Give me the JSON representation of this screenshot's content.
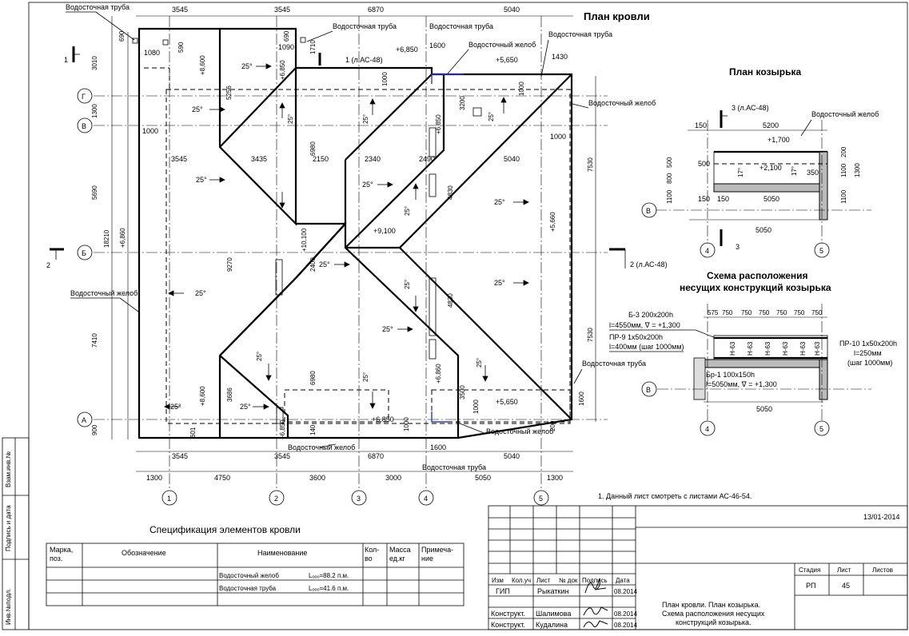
{
  "roof_plan": {
    "title": "План кровли",
    "dims_top": [
      "3545",
      "3545",
      "6870",
      "5040"
    ],
    "dims_bottom_1": [
      "3545",
      "3545",
      "6870",
      "5040"
    ],
    "dims_bottom_2": [
      "1300",
      "4750",
      "3600",
      "3000",
      "5050",
      "1300"
    ],
    "dims_left": [
      "3010",
      "1300",
      "5690",
      "18210",
      "7410",
      "900"
    ],
    "dims_right": [
      "7530",
      "7530",
      "1600"
    ],
    "axes_v": [
      "1",
      "2",
      "3",
      "4",
      "5"
    ],
    "axes_h": [
      "Г",
      "В",
      "Б",
      "А"
    ],
    "section_marks": [
      "1",
      "2",
      "1 (л.АС-48)",
      "2 (л.АС-48)"
    ],
    "slopes": [
      "25°",
      "25°",
      "25°",
      "25°",
      "25°",
      "25°",
      "25°",
      "25°",
      "25°",
      "25°",
      "25°",
      "25°",
      "25°",
      "25°",
      "25°",
      "25°",
      "25°",
      "25°",
      "25°",
      "25°",
      "25°",
      "25°"
    ],
    "elevations": [
      "+6,850",
      "+5,650",
      "+8,600",
      "+6,850",
      "+10,100",
      "+9,100",
      "+6,850",
      "+8,600",
      "+6,850",
      "+5,650",
      "+5,660",
      "+6,860",
      "+6,860",
      "+6,850"
    ],
    "inner_dims": [
      "690",
      "1080",
      "590",
      "690",
      "1090",
      "1710",
      "1600",
      "1430",
      "1000",
      "1000",
      "5256",
      "3545",
      "3435",
      "2150",
      "2340",
      "2490",
      "5040",
      "1000",
      "1000",
      "6980",
      "9270",
      "2400",
      "4830",
      "4830",
      "6980",
      "3686",
      "601",
      "140",
      "3500",
      "1000",
      "1000",
      "1600",
      "200",
      "3200"
    ],
    "notes": {
      "downpipe_1": "Водосточная труба",
      "downpipe_2": "Водосточная труба",
      "downpipe_3": "Водосточная труба",
      "downpipe_4": "Водосточная труба",
      "downpipe_5": "Водосточная труба",
      "downpipe_6": "Водосточная труба",
      "gutter_1": "Водосточный желоб",
      "gutter_2": "Водосточный желоб",
      "gutter_3": "Водосточный желоб",
      "gutter_4": "Водосточный желоб",
      "gutter_5": "Водосточный желоб"
    }
  },
  "canopy_plan": {
    "title": "План козырька",
    "section": "3 (л.АС-48)",
    "section_end": "3",
    "gutter": "Водосточный желоб",
    "elev_1": "+1,700",
    "elev_2": "+2,100",
    "dims": [
      "150",
      "5200",
      "500",
      "17°",
      "17°",
      "350",
      "150",
      "150",
      "5050",
      "5050"
    ],
    "heights": [
      "200",
      "1100",
      "1300",
      "1100",
      "500",
      "800",
      "1100"
    ],
    "axis_b": "В",
    "axis_4": "4",
    "axis_5": "5"
  },
  "canopy_scheme": {
    "title_1": "Схема расположения",
    "title_2": "несущих конструкций  козырька",
    "b3": "Б-3 200х200h",
    "b3_l": "l=4550мм,  ∇ = +1,300",
    "pr9": "ПР-9 1х50х200h",
    "pr9_l": "l=400мм (шаг 1000мм)",
    "pr10": "ПР-10 1х50х200h",
    "pr10_l": "l=250мм",
    "pr10_s": "(шаг 1000мм)",
    "br1": "Бр-1 100х150h",
    "br1_l": "l=5050мм,  ∇ = +1,300",
    "spacing": [
      "575",
      "750",
      "750",
      "750",
      "750",
      "750",
      "750"
    ],
    "h63": [
      "Н-63",
      "Н-63",
      "Н-63",
      "Н-63",
      "Н-63",
      "Н-63"
    ],
    "span": "5050",
    "axis_b": "В",
    "axis_4": "4",
    "axis_5": "5"
  },
  "note": "1. Данный лист смотреть с листами АС-46-54.",
  "spec": {
    "title": "Спецификация  элементов  кровли",
    "headers": [
      "Марка, поз.",
      "Обозначение",
      "Наименование",
      "Кол-во",
      "Масса ед.кг",
      "Примеча-ние"
    ],
    "rows": [
      {
        "name": "Водосточный желоб",
        "len": "Lₒₒₒ=88.2 п.м."
      },
      {
        "name": "Водосточная труба",
        "len": "Lₒₒₒ=41.6 п.м."
      }
    ]
  },
  "stamp": {
    "date": "13/01-2014",
    "col_headers": [
      "Изм",
      "Кол.уч",
      "Лист",
      "№ док",
      "Подпись",
      "Дата"
    ],
    "stage_h": "Стадия",
    "sheet_h": "Лист",
    "sheets_h": "Листов",
    "stage": "РП",
    "sheet": "45",
    "sheets": "",
    "people": [
      {
        "role": "ГИП",
        "name": "Рыкаткин",
        "date": "08.2014"
      },
      {
        "role": "Конструкт.",
        "name": "Шалимова",
        "date": "08.2014"
      },
      {
        "role": "Конструкт.",
        "name": "Кудалина",
        "date": "08.2014"
      }
    ],
    "desc_1": "План кровли. План козырька.",
    "desc_2": "Схема расположения несущих",
    "desc_3": "конструкций козырька."
  },
  "side_stamp": [
    "Взам.инв.№",
    "Подпись и дата",
    "Инв.№подл."
  ]
}
